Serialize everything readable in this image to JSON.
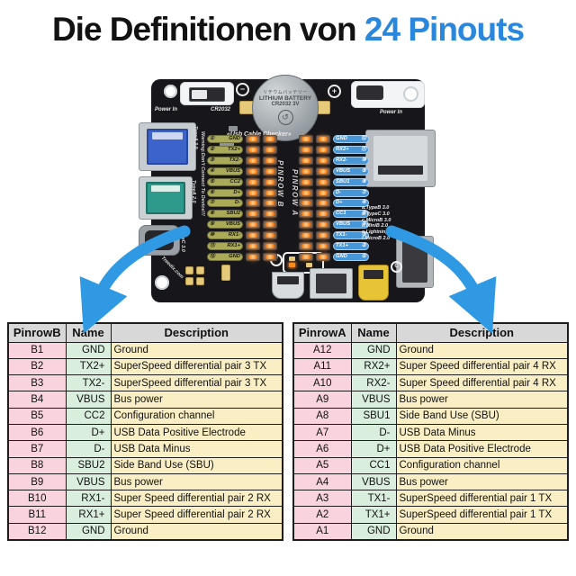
{
  "title": {
    "prefix": "Die Definitionen von ",
    "highlight": "24 Pinouts"
  },
  "board": {
    "power_in_left": "Power In",
    "cr2032_label": "CR2032",
    "battery": {
      "line_jp": "リチウムバッテリー",
      "line_name": "LITHIUM BATTERY",
      "line_model": "CR2032 3V"
    },
    "checker_label": "«Usb Cable Checker»",
    "power_in_right": "Power In",
    "warning": "Warning:Don't Connect To Device!!!",
    "brand": "Treedix.com",
    "ports_left": [
      "TypeA 3.0",
      "TypeA 2.0",
      "TypeC 3.0"
    ],
    "pinrow_b_title": "PINROW B",
    "pinrow_a_title": "PINROW A",
    "pinrow_b": [
      {
        "n": 1,
        "name": "GND"
      },
      {
        "n": 2,
        "name": "TX2+"
      },
      {
        "n": 3,
        "name": "TX2-"
      },
      {
        "n": 4,
        "name": "VBUS"
      },
      {
        "n": 5,
        "name": "CC2"
      },
      {
        "n": 6,
        "name": "D+"
      },
      {
        "n": 7,
        "name": "D-"
      },
      {
        "n": 8,
        "name": "SBU2"
      },
      {
        "n": 9,
        "name": "VBUS"
      },
      {
        "n": 10,
        "name": "RX1-"
      },
      {
        "n": 11,
        "name": "RX1+"
      },
      {
        "n": 12,
        "name": "GND"
      }
    ],
    "pinrow_a": [
      {
        "n": 12,
        "name": "GND"
      },
      {
        "n": 11,
        "name": "RX2+"
      },
      {
        "n": 10,
        "name": "RX2-"
      },
      {
        "n": 9,
        "name": "VBUS"
      },
      {
        "n": 8,
        "name": "SBU1"
      },
      {
        "n": 7,
        "name": "D-"
      },
      {
        "n": 6,
        "name": "D+"
      },
      {
        "n": 5,
        "name": "CC1"
      },
      {
        "n": 4,
        "name": "VBUS"
      },
      {
        "n": 3,
        "name": "TX1-"
      },
      {
        "n": 2,
        "name": "TX1+"
      },
      {
        "n": 1,
        "name": "GND"
      }
    ],
    "cable_types": [
      "a.TypeB 3.0",
      "b.TypeC 3.0",
      "c.MicroB 3.0",
      "d.MiniB 2.0",
      "e.Lightning",
      "f.MicroB 2.0"
    ]
  },
  "tables": {
    "left": {
      "headers": [
        "PinrowB",
        "Name",
        "Description"
      ],
      "rows": [
        [
          "B1",
          "GND",
          "Ground"
        ],
        [
          "B2",
          "TX2+",
          "SuperSpeed differential pair 3 TX"
        ],
        [
          "B3",
          "TX2-",
          "SuperSpeed differential pair 3 TX"
        ],
        [
          "B4",
          "VBUS",
          "Bus power"
        ],
        [
          "B5",
          "CC2",
          "Configuration channel"
        ],
        [
          "B6",
          "D+",
          "USB Data Positive Electrode"
        ],
        [
          "B7",
          "D-",
          "USB Data Minus"
        ],
        [
          "B8",
          "SBU2",
          "Side Band Use (SBU)"
        ],
        [
          "B9",
          "VBUS",
          "Bus power"
        ],
        [
          "B10",
          "RX1-",
          "Super Speed differential pair 2 RX"
        ],
        [
          "B11",
          "RX1+",
          "Super Speed differential pair 2 RX"
        ],
        [
          "B12",
          "GND",
          "Ground"
        ]
      ]
    },
    "right": {
      "headers": [
        "PinrowA",
        "Name",
        "Description"
      ],
      "rows": [
        [
          "A12",
          "GND",
          "Ground"
        ],
        [
          "A11",
          "RX2+",
          "Super Speed differential pair 4 RX"
        ],
        [
          "A10",
          "RX2-",
          "Super Speed differential pair 4 RX"
        ],
        [
          "A9",
          "VBUS",
          "Bus power"
        ],
        [
          "A8",
          "SBU1",
          "Side Band Use (SBU)"
        ],
        [
          "A7",
          "D-",
          "USB Data Minus"
        ],
        [
          "A6",
          "D+",
          "USB Data Positive Electrode"
        ],
        [
          "A5",
          "CC1",
          "Configuration channel"
        ],
        [
          "A4",
          "VBUS",
          "Bus power"
        ],
        [
          "A3",
          "TX1-",
          "SuperSpeed differential pair 1 TX"
        ],
        [
          "A2",
          "TX1+",
          "SuperSpeed differential pair 1 TX"
        ],
        [
          "A1",
          "GND",
          "Ground"
        ]
      ]
    }
  },
  "colors": {
    "title_blue": "#2a87db",
    "arrow_blue": "#2f9ae3",
    "header_gray": "#d8d8d8",
    "pin_pink": "#f9d3de",
    "name_green": "#d9eedd",
    "desc_cream": "#f9eec4",
    "board_black": "#17171b",
    "pill_olive": "#abaa58",
    "pill_blue": "#4796d8",
    "led_orange": "#ff8a1e"
  }
}
